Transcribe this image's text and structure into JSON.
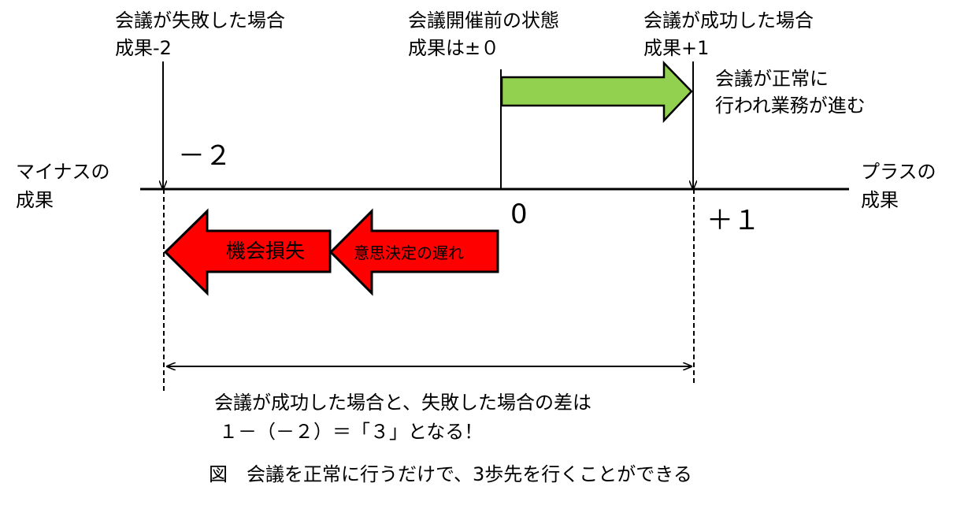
{
  "labels": {
    "fail_title": "会議が失敗した場合",
    "fail_result": "成果-2",
    "before_title": "会議開催前の状態",
    "before_result": "成果は±０",
    "success_title": "会議が成功した場合",
    "success_result": "成果+1",
    "progress_line1": "会議が正常に",
    "progress_line2": "行われ業務が進む",
    "minus_line1": "マイナスの",
    "minus_line2": "成果",
    "plus_line1": "プラスの",
    "plus_line2": "成果",
    "tick_minus2": "－２",
    "tick_zero": "0",
    "tick_plus1": "＋１",
    "loss_arrow": "機会損失",
    "delay_arrow": "意思決定の遅れ",
    "difference_line1": "会議が成功した場合と、失敗した場合の差は",
    "difference_line2": "１－（－２）＝「３」となる！",
    "caption": "図　会議を正常に行うだけで、3歩先を行くことができる"
  },
  "colors": {
    "green_arrow": "#92d050",
    "red_arrow": "#ff0000",
    "line": "#000000"
  }
}
